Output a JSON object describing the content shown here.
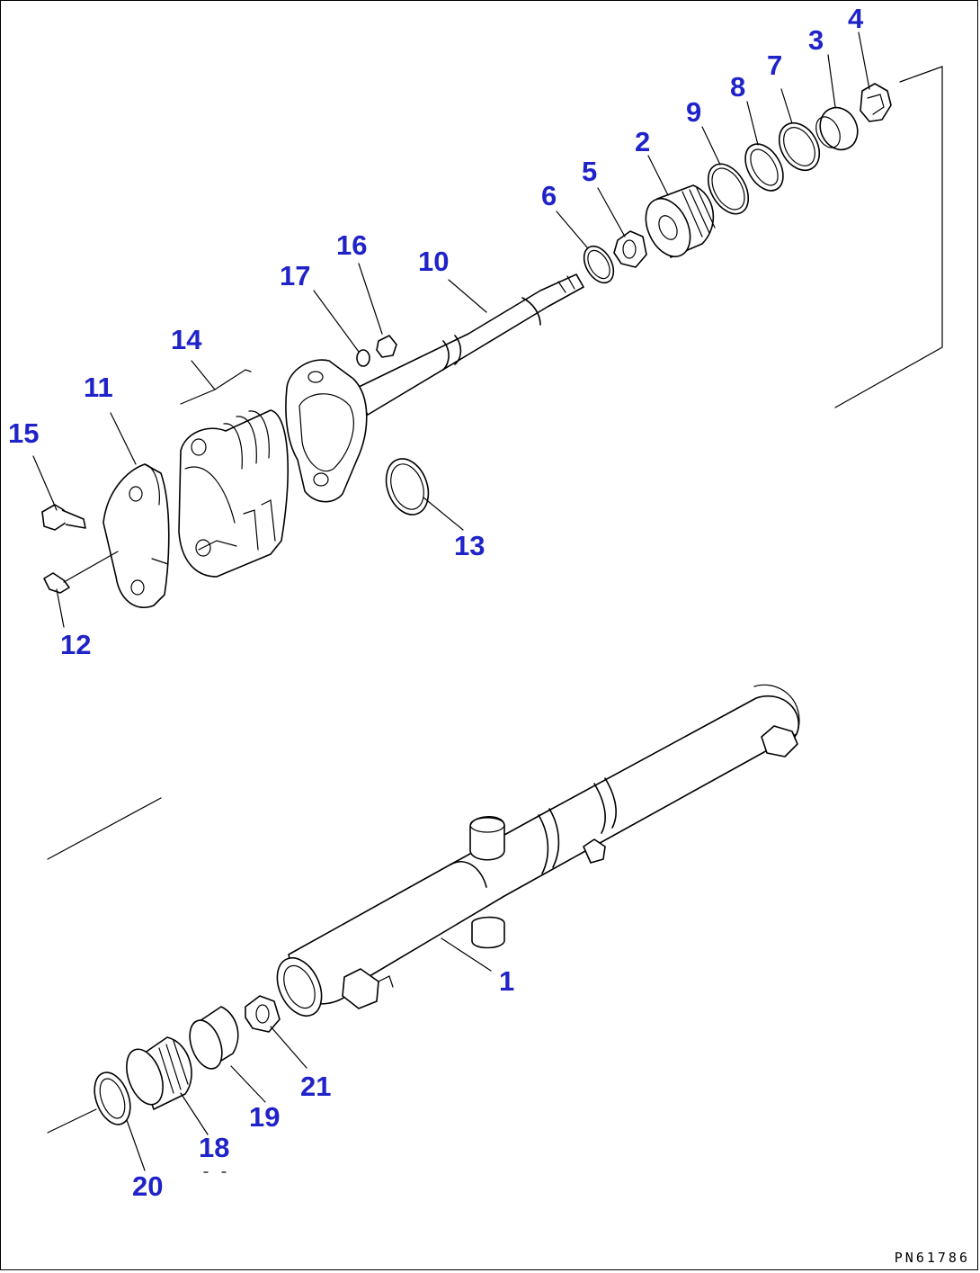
{
  "callouts": [
    {
      "id": "1",
      "label": "1"
    },
    {
      "id": "2",
      "label": "2"
    },
    {
      "id": "3",
      "label": "3"
    },
    {
      "id": "4",
      "label": "4"
    },
    {
      "id": "5",
      "label": "5"
    },
    {
      "id": "6",
      "label": "6"
    },
    {
      "id": "7",
      "label": "7"
    },
    {
      "id": "8",
      "label": "8"
    },
    {
      "id": "9",
      "label": "9"
    },
    {
      "id": "10",
      "label": "10"
    },
    {
      "id": "11",
      "label": "11"
    },
    {
      "id": "12",
      "label": "12"
    },
    {
      "id": "13",
      "label": "13"
    },
    {
      "id": "14",
      "label": "14"
    },
    {
      "id": "15",
      "label": "15"
    },
    {
      "id": "16",
      "label": "16"
    },
    {
      "id": "17",
      "label": "17"
    },
    {
      "id": "18",
      "label": "18"
    },
    {
      "id": "19",
      "label": "19"
    },
    {
      "id": "20",
      "label": "20"
    },
    {
      "id": "21",
      "label": "21"
    }
  ],
  "drawing_code": "PN61786",
  "colors": {
    "callout": "#1f23c8",
    "line": "#000000"
  }
}
